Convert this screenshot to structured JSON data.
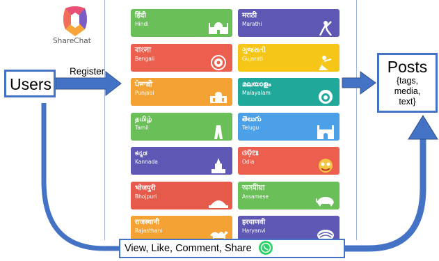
{
  "logo": {
    "label": "ShareChat"
  },
  "users_label": "Users",
  "register_label": "Register",
  "posts": {
    "title": "Posts",
    "tags_line1": "{tags,",
    "tags_line2": "media,",
    "tags_line3": "text}"
  },
  "bottom_label": "View, Like, Comment, Share",
  "languages": [
    {
      "native": "हिंदी",
      "english": "Hindi",
      "color": "#6abf58",
      "icon": "taj-mahal-icon"
    },
    {
      "native": "मराठी",
      "english": "Marathi",
      "color": "#5e58b4",
      "icon": "warrior-icon"
    },
    {
      "native": "বাংলা",
      "english": "Bengali",
      "color": "#ec5f4f",
      "icon": "durga-icon"
    },
    {
      "native": "ગુજરાતી",
      "english": "Gujarati",
      "color": "#f5c518",
      "icon": "dancer-icon"
    },
    {
      "native": "ਪੰਜਾਬੀ",
      "english": "Punjabi",
      "color": "#f4a233",
      "icon": "golden-temple-icon"
    },
    {
      "native": "മലയാളം",
      "english": "Malayalam",
      "color": "#20a99a",
      "icon": "kathakali-icon"
    },
    {
      "native": "தமிழ்",
      "english": "Tamil",
      "color": "#6abf58",
      "icon": "temple-gate-icon"
    },
    {
      "native": "తెలుగు",
      "english": "Telugu",
      "color": "#4ca0e8",
      "icon": "charminar-icon"
    },
    {
      "native": "ಕನ್ನಡ",
      "english": "Kannada",
      "color": "#5e58b4",
      "icon": "monument-icon"
    },
    {
      "native": "ଓଡ଼ିଆ",
      "english": "Odia",
      "color": "#ec5f4f",
      "icon": "mask-icon"
    },
    {
      "native": "भोजपुरी",
      "english": "Bhojpuri",
      "color": "#e65a4c",
      "icon": "stupa-icon"
    },
    {
      "native": "অসমীয়া",
      "english": "Assamese",
      "color": "#6abf58",
      "icon": "rhino-icon"
    },
    {
      "native": "राजस्थानी",
      "english": "Rajasthani",
      "color": "#f4a233",
      "icon": "camel-icon"
    },
    {
      "native": "हरयाणवी",
      "english": "Haryanvi",
      "color": "#5e58b4",
      "icon": "turban-icon"
    }
  ]
}
